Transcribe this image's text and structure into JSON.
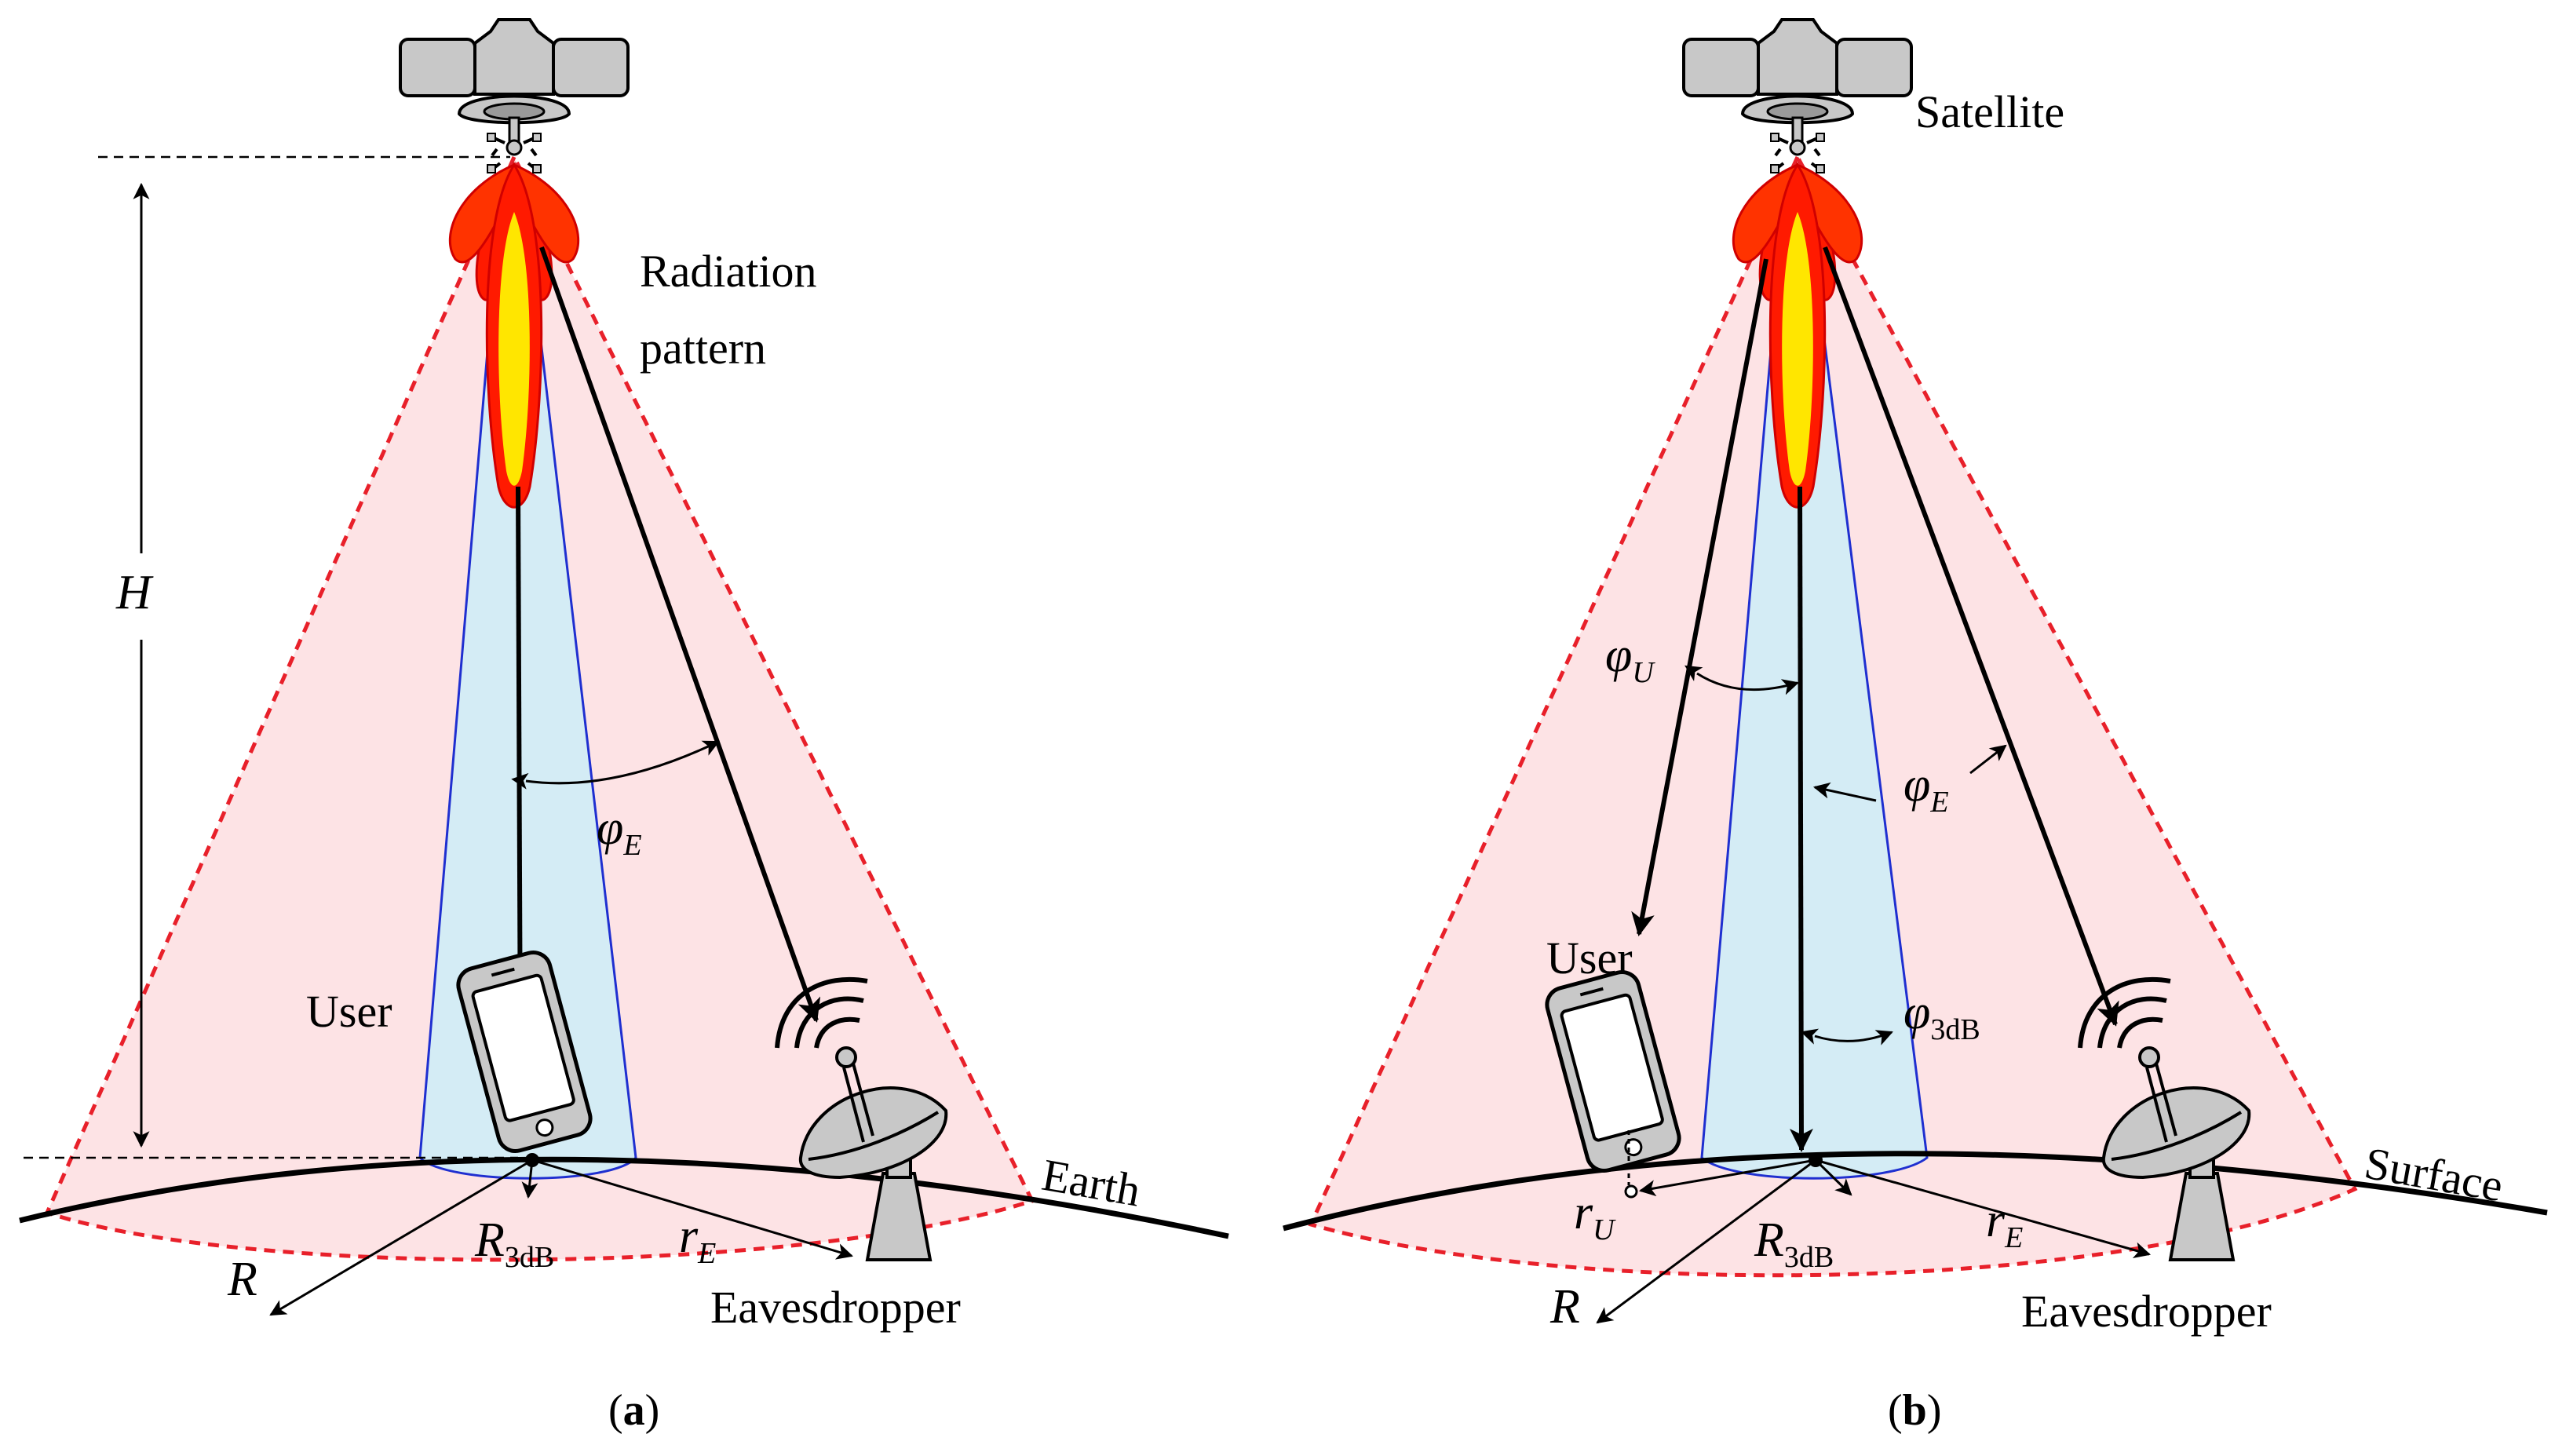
{
  "panel_a": {
    "caption_open": "(",
    "caption_letter": "a",
    "caption_close": ")",
    "radiation_line1": "Radiation",
    "radiation_line2": "pattern",
    "height": "H",
    "user": "User",
    "earth": "Earth",
    "eavesdropper": "Eavesdropper",
    "phi_e": "φ",
    "phi_e_sub": "E",
    "r3db": "R",
    "r3db_sub": "3dB",
    "r_e": "r",
    "r_e_sub": "E",
    "radius": "R"
  },
  "panel_b": {
    "caption_open": "(",
    "caption_letter": "b",
    "caption_close": ")",
    "satellite": "Satellite",
    "user": "User",
    "surface": "Surface",
    "eavesdropper": "Eavesdropper",
    "phi_u": "φ",
    "phi_u_sub": "U",
    "phi_e": "φ",
    "phi_e_sub": "E",
    "phi_3db": "φ",
    "phi_3db_sub": "3dB",
    "r3db": "R",
    "r3db_sub": "3dB",
    "r_e": "r",
    "r_e_sub": "E",
    "r_u": "r",
    "r_u_sub": "U",
    "radius": "R"
  },
  "colors": {
    "coverage_fill": "#fde3e5",
    "coverage_edge": "#e8202a",
    "beam_fill": "#d4ecf5",
    "beam_edge": "#1f2fd0",
    "lobe_outer": "#ff1a00",
    "lobe_inner": "#ffe600",
    "satellite_body": "#c8c8c8"
  }
}
